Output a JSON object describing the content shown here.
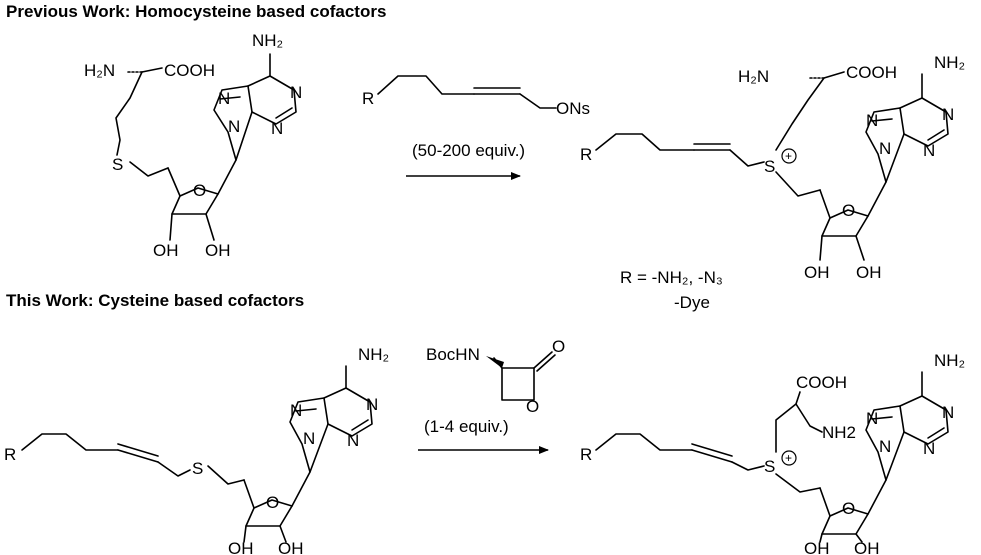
{
  "headings": {
    "previous": "Previous Work: Homocysteine  based cofactors",
    "current": "This Work: Cysteine based cofactors"
  },
  "atoms": {
    "h2n": "H₂N",
    "cooh": "COOH",
    "nh2": "NH₂",
    "nh2_sub": "NH2",
    "n": "N",
    "s": "S",
    "o": "O",
    "oh": "OH",
    "r": "R",
    "ons": "ONs",
    "bochn": "BocHN",
    "plus": "+"
  },
  "reactions": {
    "top_conditions": "(50-200 equiv.)",
    "bottom_conditions": "(1-4 equiv.)"
  },
  "r_groups": {
    "line1": "R = -NH₂, -N₃",
    "line2": "-Dye"
  }
}
